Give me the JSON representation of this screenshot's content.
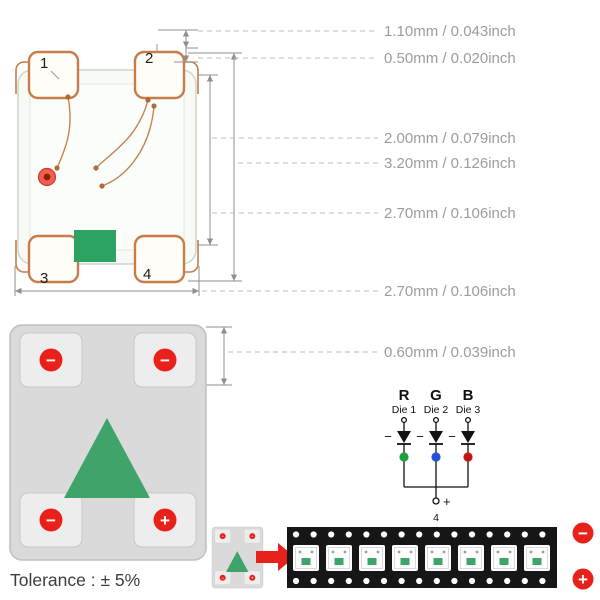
{
  "colors": {
    "copper": "#c87c4a",
    "package_body": "#f7faf5",
    "die_green": "#2ca263",
    "die_red": "#ef5f4d",
    "triangle_green": "#3fa46a",
    "polarity_red": "#e8221a",
    "dimension_text": "#9c9c9c",
    "dimension_line": "#8f8f8f",
    "tape_black": "#161616"
  },
  "top_view": {
    "pins": [
      "1",
      "2",
      "3",
      "4"
    ]
  },
  "dims": [
    "1.10mm / 0.043inch",
    "0.50mm / 0.020inch",
    "2.00mm / 0.079inch",
    "3.20mm / 0.126inch",
    "2.70mm / 0.106inch",
    "2.70mm / 0.106inch",
    "0.60mm / 0.039inch"
  ],
  "bottom_view": {
    "pad_markers": [
      "−",
      "−",
      "−",
      "+"
    ]
  },
  "tolerance": "Tolerance : ± 5%",
  "sch": {
    "channels": [
      {
        "label": "R",
        "die": "Die 1",
        "color": "#1e9e3e"
      },
      {
        "label": "G",
        "die": "Die 2",
        "color": "#2450d8"
      },
      {
        "label": "B",
        "die": "Die 3",
        "color": "#c41414"
      }
    ],
    "minus": "−",
    "plus": "+",
    "common_pin": "4"
  },
  "tape": {
    "pocket_count": 8,
    "sprocket_holes_per_row": 15,
    "polarity_minus": "−",
    "polarity_plus": "+"
  }
}
